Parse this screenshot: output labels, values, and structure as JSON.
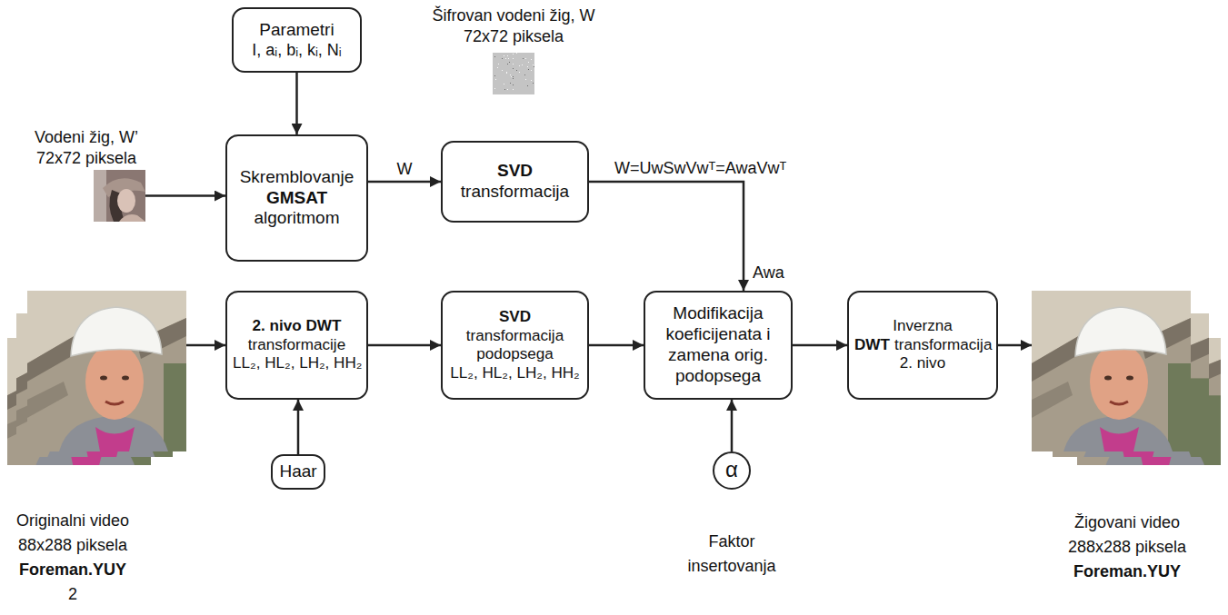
{
  "diagram": {
    "nodes": [
      {
        "text": [
          "Parametri",
          "I, aᵢ, bᵢ, kᵢ, Nᵢ"
        ]
      },
      {
        "text": [
          "Šifrovan vodeni žig, W 72x72 piksela"
        ]
      },
      {
        "text": [
          "Vodeni žig, W’ 72x72 piksela"
        ]
      },
      {
        "text": [
          "Skremblovanje",
          "GMSAT",
          "algoritmom"
        ]
      },
      {
        "text": [
          "SVD",
          "transformacija"
        ]
      },
      {
        "text": [
          "Originalni video 88x288 piksela",
          "Foreman.YUY",
          "2"
        ]
      },
      {
        "text": [
          "2. nivo DWT",
          "transformacije",
          "LL₂, HL₂, LH₂, HH₂"
        ]
      },
      {
        "text": [
          "SVD",
          "transformacija podopsega",
          "LL₂, HL₂, LH₂, HH₂"
        ]
      },
      {
        "text": [
          "Modifikacija koeficijenata i zamena orig. podopsega"
        ]
      },
      {
        "text": [
          "Inverzna",
          "DWT",
          "transformacija",
          "2. nivo"
        ]
      },
      {
        "text": [
          "Žigovani video 288x288 piksela",
          "Foreman.YUY"
        ]
      },
      {
        "text": [
          "Haar"
        ]
      },
      {
        "text": [
          "α",
          "Faktor insertovanja"
        ]
      }
    ],
    "edges": [
      {
        "from": 2,
        "to": 3,
        "arrow": "to"
      },
      {
        "from": 0,
        "to": 3,
        "arrow": "to"
      },
      {
        "from": 3,
        "to": 4,
        "label": "W",
        "arrow": "to"
      },
      {
        "from": 4,
        "to": 8,
        "label": "W=UwSwVwᵀ=AwaVwᵀ",
        "arrow": "to"
      },
      {
        "from": 5,
        "to": 6,
        "arrow": "to"
      },
      {
        "from": 11,
        "to": 6,
        "arrow": "to"
      },
      {
        "from": 6,
        "to": 7,
        "arrow": "to"
      },
      {
        "from": 7,
        "to": 8,
        "arrow": "to"
      },
      {
        "from": 12,
        "to": 8,
        "arrow": "to"
      },
      {
        "from": 8,
        "to": 9,
        "arrow": "to"
      },
      {
        "from": 9,
        "to": 10,
        "arrow": "to"
      }
    ],
    "labels": [
      "Awa"
    ]
  }
}
